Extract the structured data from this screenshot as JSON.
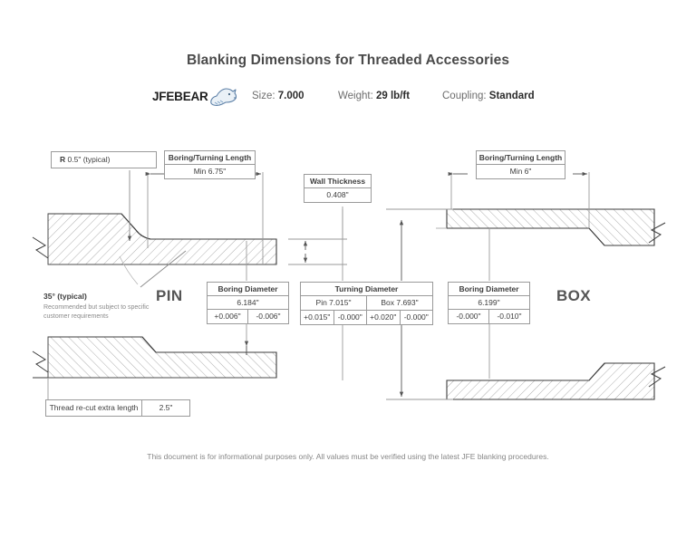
{
  "document": {
    "title": "Blanking Dimensions for Threaded Accessories",
    "footer_note": "This document is for informational purposes only. All values must be verified using the latest JFE blanking procedures."
  },
  "brand": {
    "name": "JFEBEAR",
    "logo_icon": "bear-head-icon"
  },
  "header_meta": [
    {
      "label": "Size:",
      "value": "7.000"
    },
    {
      "label": "Weight:",
      "value": "29 lb/ft"
    },
    {
      "label": "Coupling:",
      "value": "Standard"
    }
  ],
  "pin": {
    "side_label": "PIN",
    "radius_callout": {
      "prefix": "R",
      "value": "0.5\" (typical)"
    },
    "boring_turning_length": {
      "header": "Boring/Turning Length",
      "value": "Min 6.75\""
    },
    "wall_thickness": {
      "header": "Wall Thickness",
      "value": "0.408\""
    },
    "boring_diameter": {
      "header": "Boring Diameter",
      "value": "6.184\"",
      "tolerances": [
        "+0.006\"",
        "-0.006\""
      ]
    },
    "turning_diameter": {
      "header": "Turning Diameter",
      "values": [
        "Pin 7.015\"",
        "Box 7.693\""
      ],
      "tolerances": [
        "+0.015\"",
        "-0.000\"",
        "+0.020\"",
        "-0.000\""
      ]
    },
    "angle_callout": {
      "title": "35° (typical)",
      "note": "Recommended but subject to specific customer requirements"
    },
    "thread_recut": {
      "label": "Thread re-cut extra length",
      "value": "2.5\""
    }
  },
  "box": {
    "side_label": "BOX",
    "boring_turning_length": {
      "header": "Boring/Turning Length",
      "value": "Min 6\""
    },
    "boring_diameter": {
      "header": "Boring Diameter",
      "value": "6.199\"",
      "tolerances": [
        "-0.000\"",
        "-0.010\""
      ]
    }
  },
  "colors": {
    "title": "#4a4a4a",
    "line": "#5a5a5a",
    "box_border": "#9a9a9a",
    "hatch": "#8d8d8d",
    "muted_text": "#8a8a8a"
  }
}
